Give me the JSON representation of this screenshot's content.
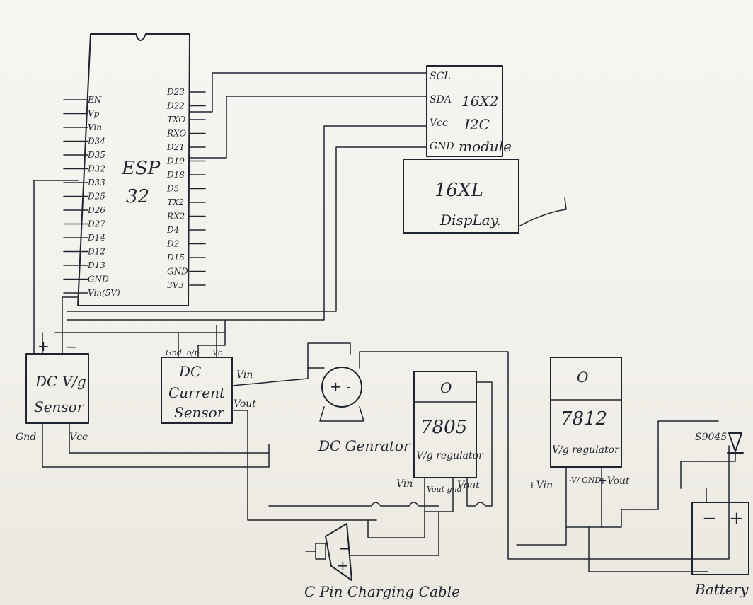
{
  "esp32": {
    "title_line1": "ESP",
    "title_line2": "32",
    "left_pins": [
      "EN",
      "Vp",
      "Vin",
      "D34",
      "D35",
      "D32",
      "D33",
      "D25",
      "D26",
      "D27",
      "D14",
      "D12",
      "D13",
      "GND",
      "Vin(5V)"
    ],
    "right_pins": [
      "D23",
      "D22",
      "TXO",
      "RXO",
      "D21",
      "D19",
      "D18",
      "D5",
      "TX2",
      "RX2",
      "D4",
      "D2",
      "D15",
      "GND",
      "3V3"
    ]
  },
  "i2c_module": {
    "pins": [
      "SCL",
      "SDA",
      "Vcc",
      "GND"
    ],
    "line1": "16X2",
    "line2": "I2C",
    "line3": "module"
  },
  "lcd": {
    "line1": "16XL",
    "line2": "DispLay."
  },
  "voltage_sensor": {
    "line1": "DC V/g",
    "line2": "Sensor",
    "plus": "+",
    "minus": "−",
    "gnd": "Gnd",
    "vcc": "Vcc"
  },
  "current_sensor": {
    "line1": "DC",
    "line2": "Current",
    "line3": "Sensor",
    "pin_gnd": "Gnd",
    "pin_op": "o/p",
    "pin_vcc": "Vc",
    "vin": "Vin",
    "vout": "Vout"
  },
  "generator": {
    "label": "DC Genrator",
    "symbol": "+ -"
  },
  "reg7805": {
    "circle": "O",
    "number": "7805",
    "label": "V/g regulator",
    "vin": "Vin",
    "vout_gnd": "Vout gnd",
    "vout": "Vout"
  },
  "reg7812": {
    "circle": "O",
    "number": "7812",
    "label": "V/g regulator",
    "vin": "+Vin",
    "gnd": "-V/ GND",
    "vout": "+Vout"
  },
  "diode": {
    "label": "S9045"
  },
  "battery": {
    "label": "Battery",
    "minus": "−",
    "plus": "+"
  },
  "cable": {
    "label": "C Pin Charging Cable",
    "minus": "−",
    "plus": "+"
  }
}
